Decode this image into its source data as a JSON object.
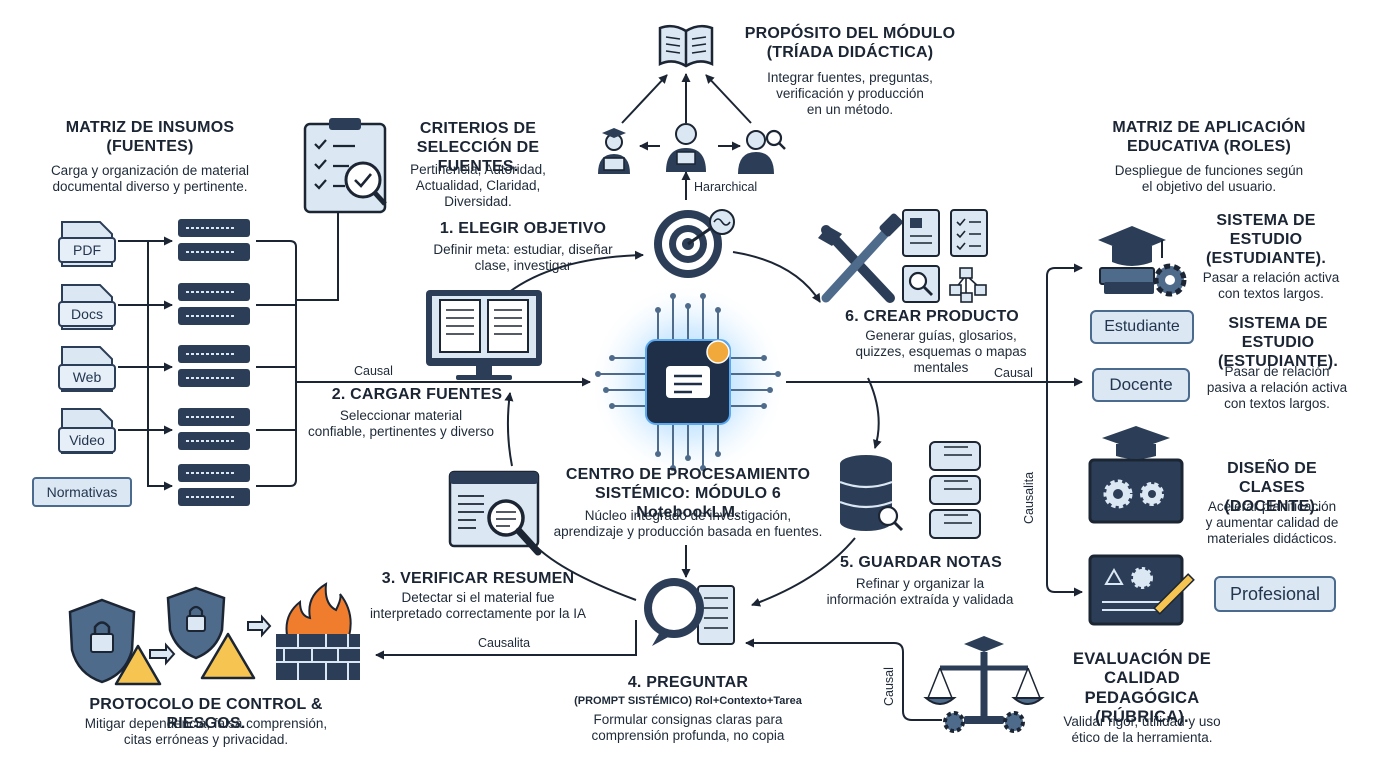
{
  "purpose": {
    "title_line1": "PROPÓSITO DEL MÓDULO",
    "title_line2": "(TRÍADA DIDÁCTICA)",
    "desc_line1": "Integrar fuentes, preguntas,",
    "desc_line2": "verificación y producción",
    "desc_line3": "en un método.",
    "link_label": "Hararchical"
  },
  "inputs": {
    "title_line1": "MATRIZ DE INSUMOS",
    "title_line2": "(FUENTES)",
    "desc_line1": "Carga y organización de material",
    "desc_line2": "documental diverso y pertinente.",
    "file_types": [
      "PDF",
      "Docs",
      "Web",
      "Video"
    ],
    "normativas": "Normativas"
  },
  "criteria": {
    "title_line1": "CRITERIOS DE",
    "title_line2": "SELECCIÓN DE FUENTES.",
    "desc_line1": "Pertinencia, Autoridad,",
    "desc_line2": "Actualidad, Claridad,",
    "desc_line3": "Diversidad."
  },
  "step1": {
    "title": "1. ELEGIR OBJETIVO",
    "desc_line1": "Definir meta: estudiar, diseñar",
    "desc_line2": "clase, investigar"
  },
  "step2": {
    "title": "2. CARGAR FUENTES",
    "desc_line1": "Seleccionar material",
    "desc_line2": "confiable, pertinentes y diverso",
    "link_label": "Causal"
  },
  "step3": {
    "title": "3. VERIFICAR RESUMEN",
    "desc_line1": "Detectar si el material fue",
    "desc_line2": "interpretado correctamente por la IA",
    "link_label": "Causalita"
  },
  "step4": {
    "title": "4. PREGUNTAR",
    "subtitle": "(PROMPT SISTÉMICO) Rol+Contexto+Tarea",
    "desc_line1": "Formular consignas claras para",
    "desc_line2": "comprensión profunda, no copia"
  },
  "step5": {
    "title": "5. GUARDAR NOTAS",
    "desc_line1": "Refinar y organizar la",
    "desc_line2": "información extraída y validada"
  },
  "step6": {
    "title": "6. CREAR PRODUCTO",
    "desc_line1": "Generar guías, glosarios,",
    "desc_line2": "quizzes, esquemas o mapas",
    "desc_line3": "mentales"
  },
  "center": {
    "title_line1": "CENTRO DE PROCESAMIENTO",
    "title_line2": "SISTÉMICO: MÓDULO 6 NotebookLM.",
    "desc_line1": "Núcleo integrado de investigación,",
    "desc_line2": "aprendizaje y producción basada en fuentes."
  },
  "risks": {
    "title": "PROTOCOLO DE CONTROL & RIESGOS.",
    "desc_line1": "Mitigar dependencia, falsa comprensión,",
    "desc_line2": "citas erróneas y privacidad."
  },
  "application": {
    "title_line1": "MATRIZ DE APLICACIÓN",
    "title_line2": "EDUCATIVA (ROLES)",
    "desc_line1": "Despliegue de funciones según",
    "desc_line2": "el objetivo del usuario.",
    "link_causal": "Causal",
    "link_causalita": "Causalita"
  },
  "roles": {
    "sys1_title_line1": "SISTEMA DE",
    "sys1_title_line2": "ESTUDIO",
    "sys1_title_line3": "(ESTUDIANTE).",
    "sys1_desc_line1": "Pasar a relación activa",
    "sys1_desc_line2": "con textos largos.",
    "estudiante": "Estudiante",
    "sys2_title_line1": "SISTEMA DE ESTUDIO",
    "sys2_title_line2": "(ESTUDIANTE).",
    "docente": "Docente",
    "sys2_desc_line1": "Pasar de relación",
    "sys2_desc_line2": "pasiva a relación activa",
    "sys2_desc_line3": "con textos largos.",
    "design_title_line1": "DISEÑO DE CLASES",
    "design_title_line2": "(DOCENTE).",
    "design_desc_line1": "Acelerar planificación",
    "design_desc_line2": "y aumentar calidad de",
    "design_desc_line3": "materiales didácticos.",
    "profesional": "Profesional"
  },
  "evaluation": {
    "title_line1": "EVALUACIÓN DE CALIDAD",
    "title_line2": "PEDAGÓGICA",
    "title_line3": "(RÚBRICA).",
    "desc_line1": "Validar rigor, utilidad y uso",
    "desc_line2": "ético de la herramienta.",
    "link_label": "Causal"
  },
  "colors": {
    "ink": "#1b2533",
    "navy": "#2c3e57",
    "slate": "#4f6b8c",
    "light": "#dbe7f3",
    "glow": "#7fc4ff",
    "accent_orange": "#f2a93b",
    "warning_yellow": "#f5c451",
    "fire": "#ef7d2d"
  },
  "icons": [
    "book-icon",
    "student-icon",
    "teacher-icon",
    "researcher-icon",
    "checklist-icon",
    "target-icon",
    "tools-icon",
    "document-icon",
    "server-icon",
    "monitor-documents-icon",
    "chip-icon",
    "search-document-icon",
    "database-icon",
    "chat-icon",
    "question-icon",
    "shield-lock-icon",
    "warning-icon",
    "firewall-icon",
    "graduation-cap-icon",
    "gear-icon",
    "blackboard-icon",
    "scales-icon"
  ]
}
